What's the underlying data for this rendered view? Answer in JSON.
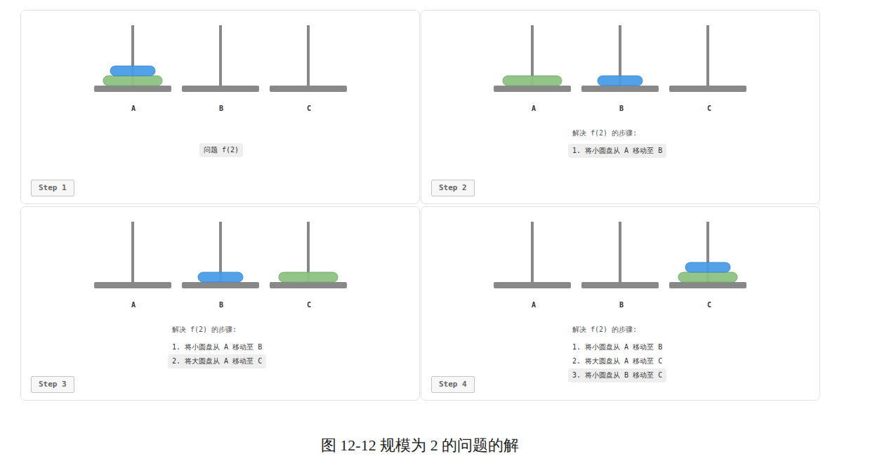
{
  "diagram": {
    "caption": "图 12-12 规模为 2 的问题的解",
    "nodes": [
      {
        "text": [
          "A",
          "B",
          "C"
        ]
      },
      {
        "text": [
          "问题 f(2)"
        ],
        "in": 0
      },
      {
        "text": [
          "Step 1"
        ],
        "in": 0
      },
      {
        "text": [
          "A",
          "B",
          "C",
          "解决 f(2) 的步骤:"
        ]
      },
      {
        "text": [
          "1. 将小圆盘从 A 移动至 B"
        ],
        "in": 3
      },
      {
        "text": [
          "Step 2"
        ],
        "in": 3
      },
      {
        "text": [
          "A",
          "B",
          "C",
          "解决 f(2) 的步骤:",
          "1. 将小圆盘从 A 移动至 B"
        ]
      },
      {
        "text": [
          "2. 将大圆盘从 A 移动至 C"
        ],
        "in": 6
      },
      {
        "text": [
          "Step 3"
        ],
        "in": 6
      },
      {
        "text": [
          "A",
          "B",
          "C",
          "解决 f(2) 的步骤:",
          "1. 将小圆盘从 A 移动至 B",
          "2. 将大圆盘从 A 移动至 C"
        ]
      },
      {
        "text": [
          "3. 将小圆盘从 B 移动至 C"
        ],
        "in": 9
      },
      {
        "text": [
          "Step 4"
        ],
        "in": 9
      }
    ]
  }
}
